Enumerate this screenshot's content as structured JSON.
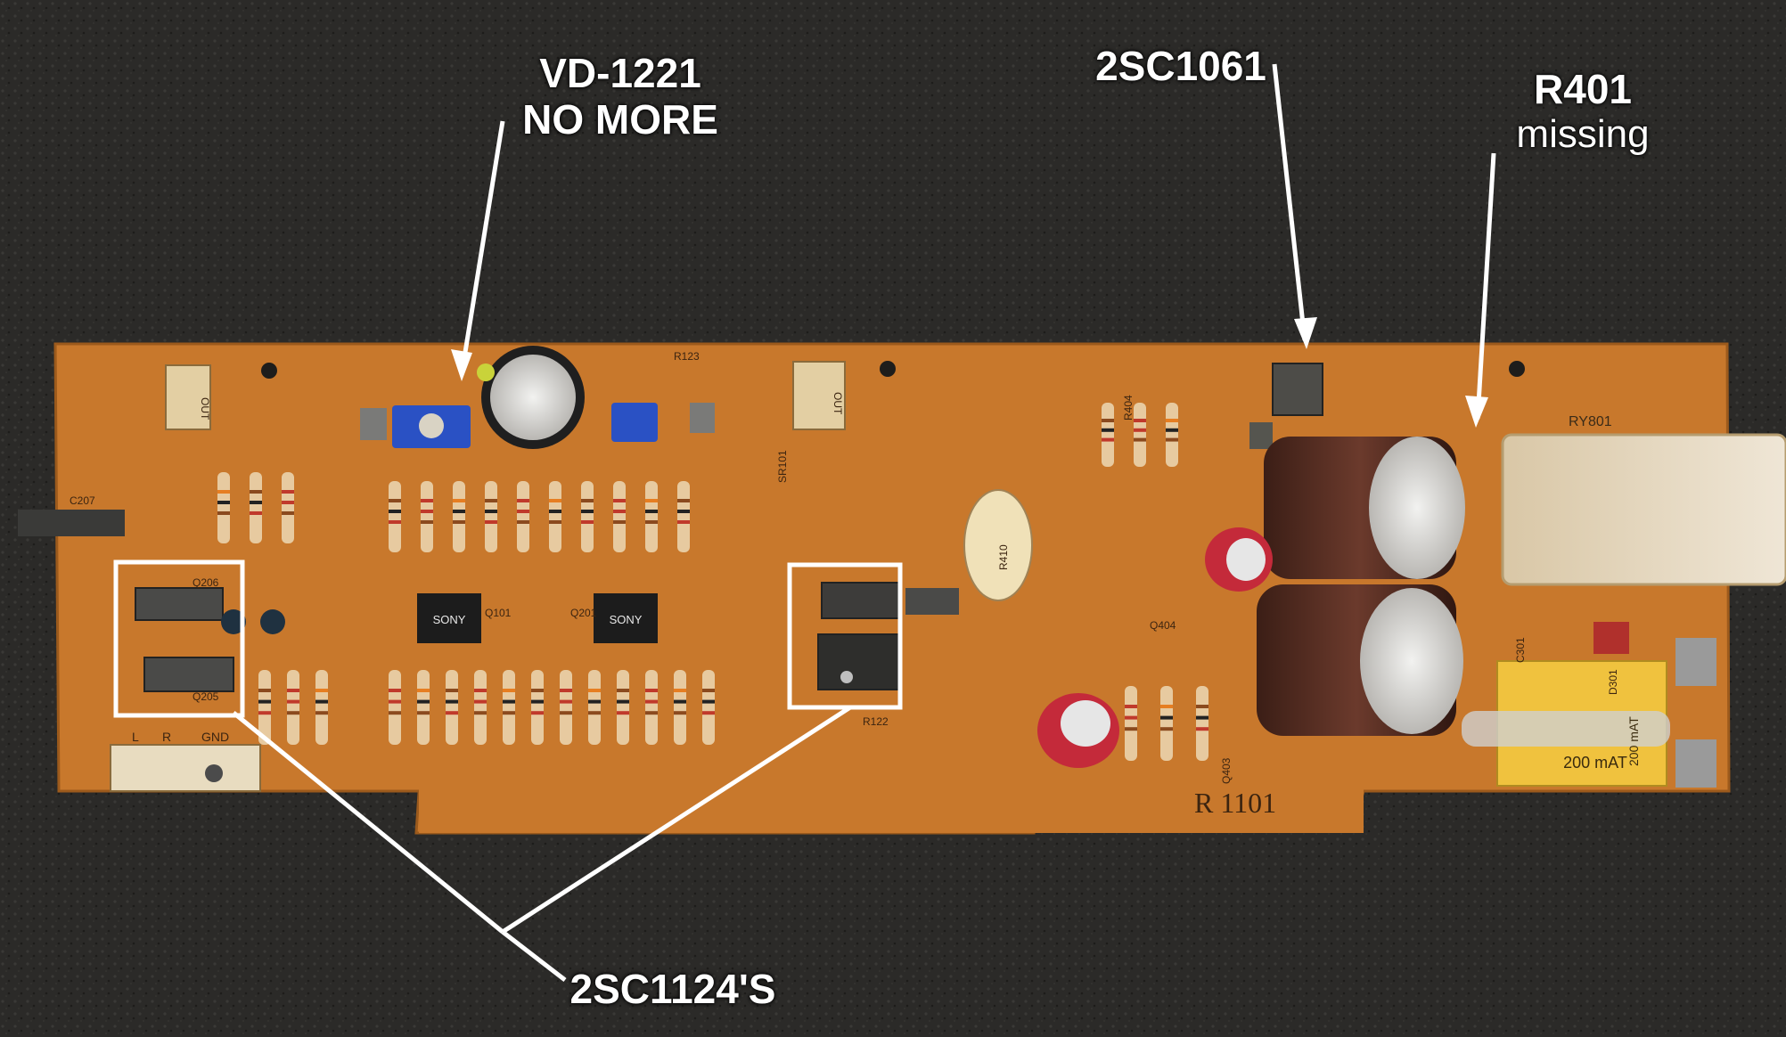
{
  "colors": {
    "foam": "#2b2a28",
    "pcb": "#c8782c",
    "pcb_dark": "#a95f1c",
    "annotation": "#ffffff"
  },
  "annotations": {
    "vd1221": {
      "line1": "VD-1221",
      "line2": "NO MORE"
    },
    "transistor_2sc1061": {
      "label": "2SC1061"
    },
    "r401": {
      "line1": "R401",
      "line2": "missing"
    },
    "transistors_2sc1124": {
      "label": "2SC1124'S"
    }
  },
  "board_markings": {
    "revision": "R 1101",
    "out_left": "OUT",
    "out_right": "OUT",
    "header_labels": [
      "L",
      "R",
      "GND"
    ],
    "fuse_rating_1": "200 mAT",
    "fuse_rating_2": "200 mAT",
    "ic_brand_1": "SONY",
    "ic_brand_2": "SONY",
    "relay_ref": "RY801",
    "q101": "Q101",
    "q201": "Q201",
    "q205": "Q205",
    "q206": "Q206",
    "r122": "R122",
    "r123": "R123",
    "sr101": "SR101",
    "c207": "C207",
    "r410": "R410",
    "r404": "R404",
    "q404": "Q404",
    "q403": "Q403",
    "d301": "D301",
    "c301": "C301"
  }
}
